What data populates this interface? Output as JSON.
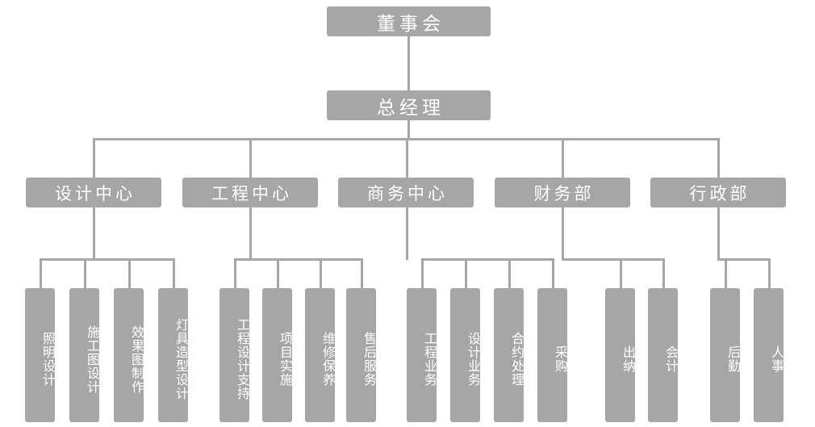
{
  "chart_title": "",
  "colors": {
    "node_fill": "#a6a6a6",
    "node_text": "#ffffff",
    "connector": "#a6a6a6",
    "background": "#ffffff"
  },
  "org": {
    "root": {
      "label": "董事会"
    },
    "level1": {
      "label": "总经理"
    },
    "departments": [
      {
        "label": "设计中心",
        "children": [
          {
            "label": "照明设计"
          },
          {
            "label": "施工图设计"
          },
          {
            "label": "效果图制作"
          },
          {
            "label": "灯具造型设计"
          }
        ]
      },
      {
        "label": "工程中心",
        "children": [
          {
            "label": "工程设计支持"
          },
          {
            "label": "项目实施"
          },
          {
            "label": "维修保养"
          },
          {
            "label": "售后服务"
          }
        ]
      },
      {
        "label": "商务中心",
        "children": [
          {
            "label": "工程业务"
          },
          {
            "label": "设计业务"
          },
          {
            "label": "合约处理"
          },
          {
            "label": "采购"
          }
        ]
      },
      {
        "label": "财务部",
        "children": [
          {
            "label": "出纳"
          },
          {
            "label": "会计"
          }
        ]
      },
      {
        "label": "行政部",
        "children": [
          {
            "label": "后勤"
          },
          {
            "label": "人事"
          }
        ]
      }
    ]
  }
}
